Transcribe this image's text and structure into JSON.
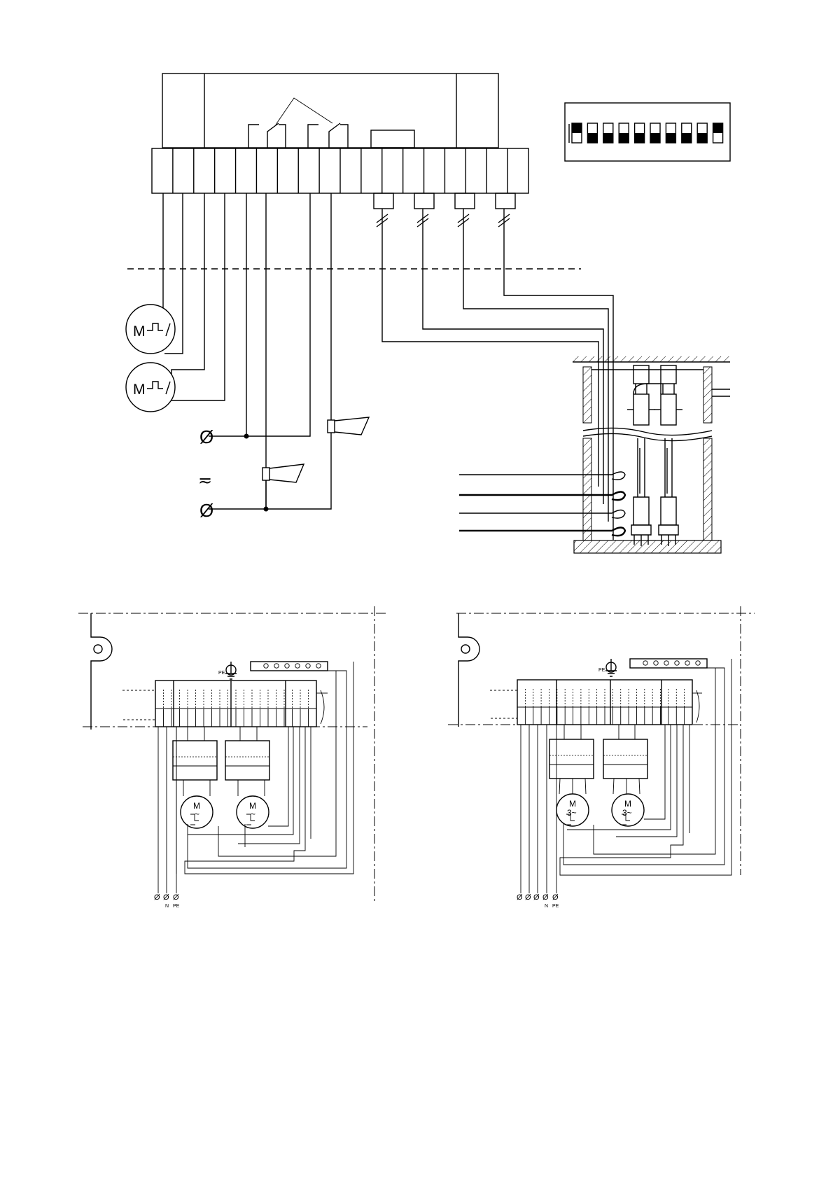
{
  "main_diagram": {
    "motor_symbol_label": "M",
    "phase_symbol": "Ø",
    "ac_symbol": "≂",
    "dip_switch_count": 10
  },
  "left_panel": {
    "pe_label": "PE",
    "motor_label": "M",
    "motor_type": "~",
    "supply_terminals": [
      "Ø",
      "Ø",
      "Ø"
    ],
    "supply_labels": [
      "",
      "N",
      "PE"
    ]
  },
  "right_panel": {
    "pe_label": "PE",
    "motor_label": "M",
    "motor_type": "3~",
    "supply_terminals": [
      "Ø",
      "Ø",
      "Ø",
      "Ø",
      "Ø"
    ],
    "supply_labels": [
      "",
      "",
      "",
      "N",
      "PE"
    ]
  }
}
